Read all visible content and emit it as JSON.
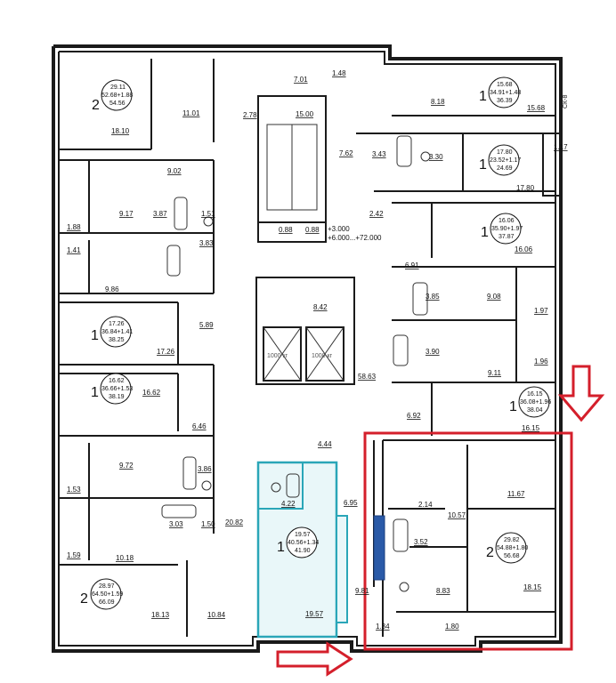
{
  "areas": {
    "a1801": "7.01",
    "a1500": "15.00",
    "a148": "1.48",
    "a278": "2.78",
    "a1101": "11.01",
    "a902": "9.02",
    "a917": "9.17",
    "a387": "3.87",
    "a151": "1.51",
    "a188": "1.88",
    "a141": "1.41",
    "a383": "3.83",
    "a986": "9.86",
    "a589": "5.89",
    "a1726r": "17.26",
    "a1662r": "16.62",
    "a646": "6.46",
    "a972": "9.72",
    "a386": "3.86",
    "a153": "1.53",
    "a303": "3.03",
    "a150": "1.50",
    "a2082": "20.82",
    "a159": "1.59",
    "a1018": "10.18",
    "a1813": "18.13",
    "a1084": "10.84",
    "a818": "8.18",
    "a1568": "15.68",
    "a343": "3.43",
    "a762": "7.62",
    "a330": "3.30",
    "a117": "1.17",
    "a1780": "17.80",
    "a242": "2.42",
    "a088a": "0.88",
    "a088b": "0.88",
    "a3000": "+3.000",
    "a6000": "+6.000...+72.000",
    "a1606": "16.06",
    "a691": "6.91",
    "a385": "3.85",
    "a908": "9.08",
    "a197": "1.97",
    "a390": "3.90",
    "a911": "9.11",
    "a196": "1.96",
    "a842": "8.42",
    "a5863": "58.63",
    "a692": "6.92",
    "a1615": "16.15",
    "a444": "4.44",
    "a422": "4.22",
    "a695": "6.95",
    "a214": "2.14",
    "a1057": "10.57",
    "a1167": "11.67",
    "a352": "3.52",
    "a883": "8.83",
    "a1815": "18.15",
    "a981": "9.81",
    "a1957": "19.57",
    "a134": "1.34",
    "a180": "1.80",
    "a1810": "18.10"
  },
  "lift_labels": {
    "lift1": "1000 кг",
    "lift2": "1000 кг"
  },
  "side_code": "СК-8",
  "apartments": [
    {
      "rooms": "2",
      "living": "29.11",
      "total": "52.68+1.88",
      "sum": "54.56"
    },
    {
      "rooms": "1",
      "living": "17.26",
      "total": "36.84+1.41",
      "sum": "38.25"
    },
    {
      "rooms": "1",
      "living": "16.62",
      "total": "36.66+1.53",
      "sum": "38.19"
    },
    {
      "rooms": "2",
      "living": "28.97",
      "total": "64.50+1.59",
      "sum": "66.09"
    },
    {
      "rooms": "1",
      "living": "15.68",
      "total": "34.91+1.48",
      "sum": "36.39"
    },
    {
      "rooms": "1",
      "living": "17.80",
      "total": "23.52+1.17",
      "sum": "24.69"
    },
    {
      "rooms": "1",
      "living": "16.06",
      "total": "35.90+1.97",
      "sum": "37.87"
    },
    {
      "rooms": "1",
      "living": "16.15",
      "total": "36.08+1.96",
      "sum": "38.04"
    },
    {
      "rooms": "1",
      "living": "19.57",
      "total": "40.56+1.34",
      "sum": "41.90"
    },
    {
      "rooms": "2",
      "living": "29.82",
      "total": "54.88+1.80",
      "sum": "56.68"
    }
  ],
  "colors": {
    "highlight": "#d41f2b",
    "selected_apartment": "#2aa6b8",
    "selected_fill": "#e9f7f9",
    "walls": "#1a1a1a"
  }
}
